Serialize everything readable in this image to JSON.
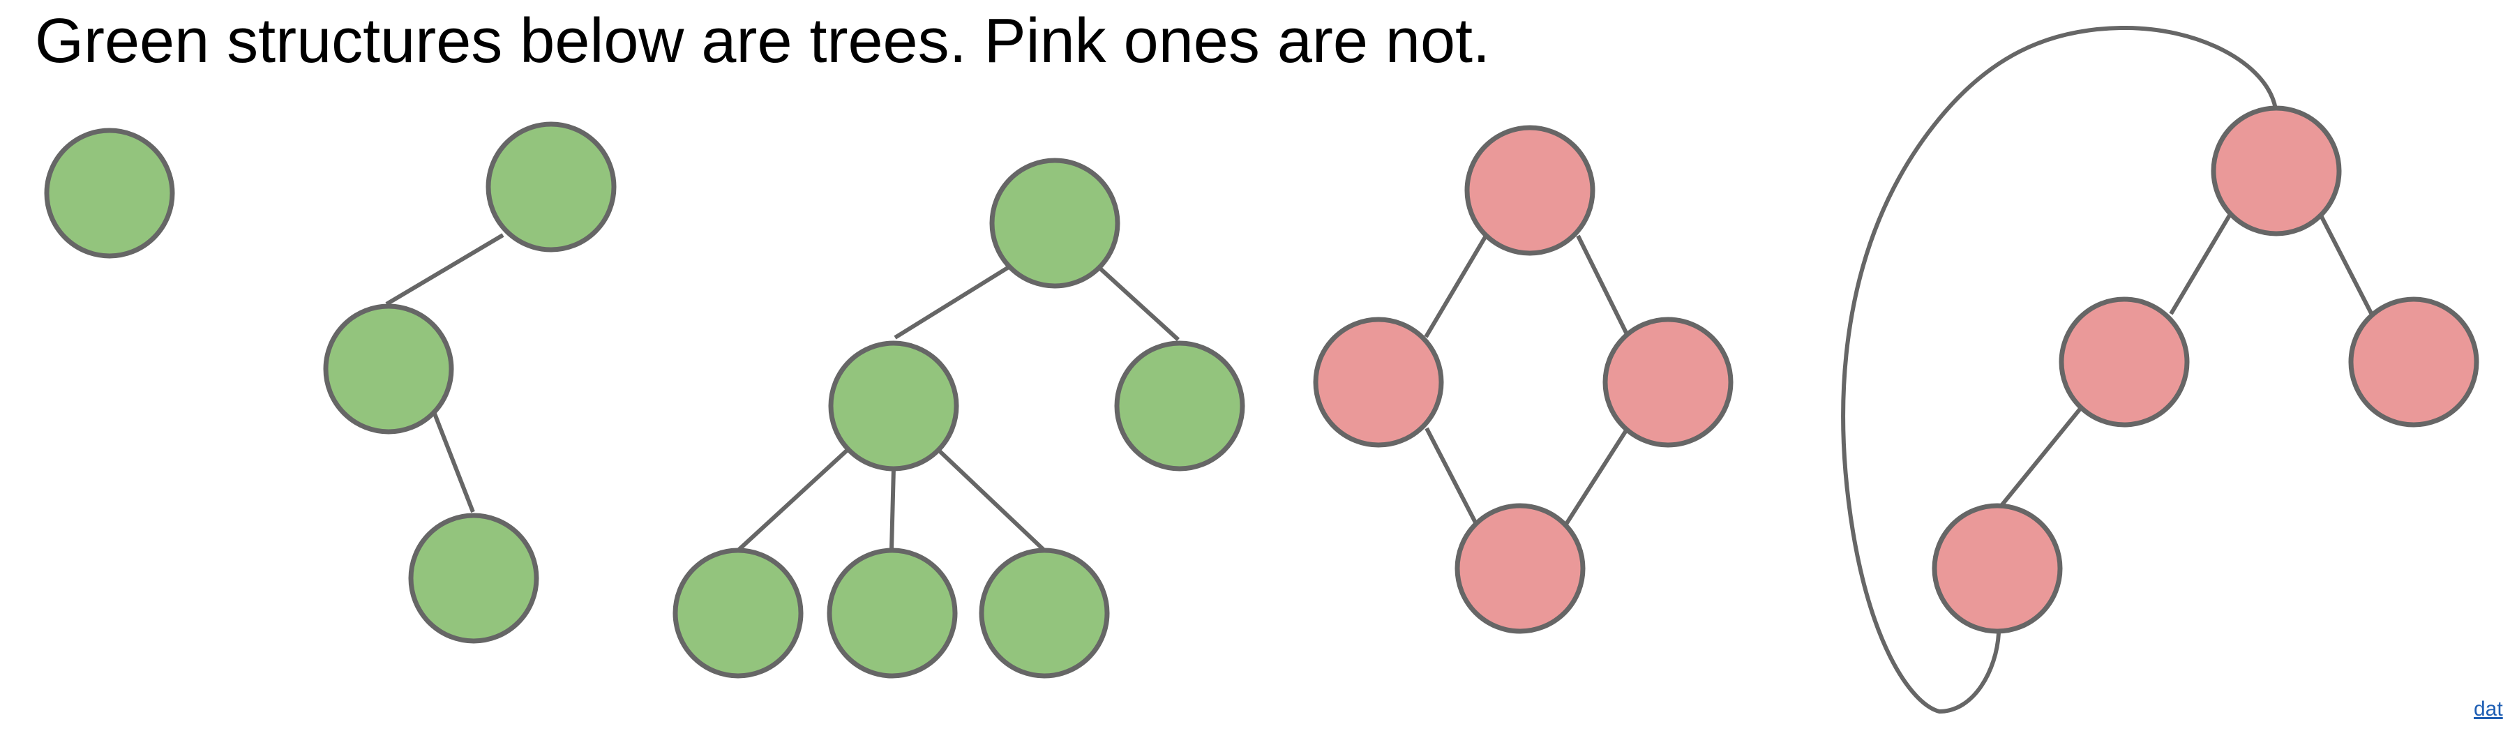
{
  "title": "Green structures below are trees. Pink ones are not.",
  "corner_link": "dat",
  "colors": {
    "tree_fill": "#93c47d",
    "non_tree_fill": "#ea9999",
    "outline": "#666666",
    "link": "#1f5fb4"
  },
  "structures": [
    {
      "kind": "tree",
      "nodes": 1,
      "edges": 0
    },
    {
      "kind": "tree",
      "nodes": 3,
      "edges": 2
    },
    {
      "kind": "tree",
      "nodes": 6,
      "edges": 5
    },
    {
      "kind": "not-tree",
      "nodes": 4,
      "edges": 4
    },
    {
      "kind": "not-tree",
      "nodes": 4,
      "edges": 4
    }
  ]
}
